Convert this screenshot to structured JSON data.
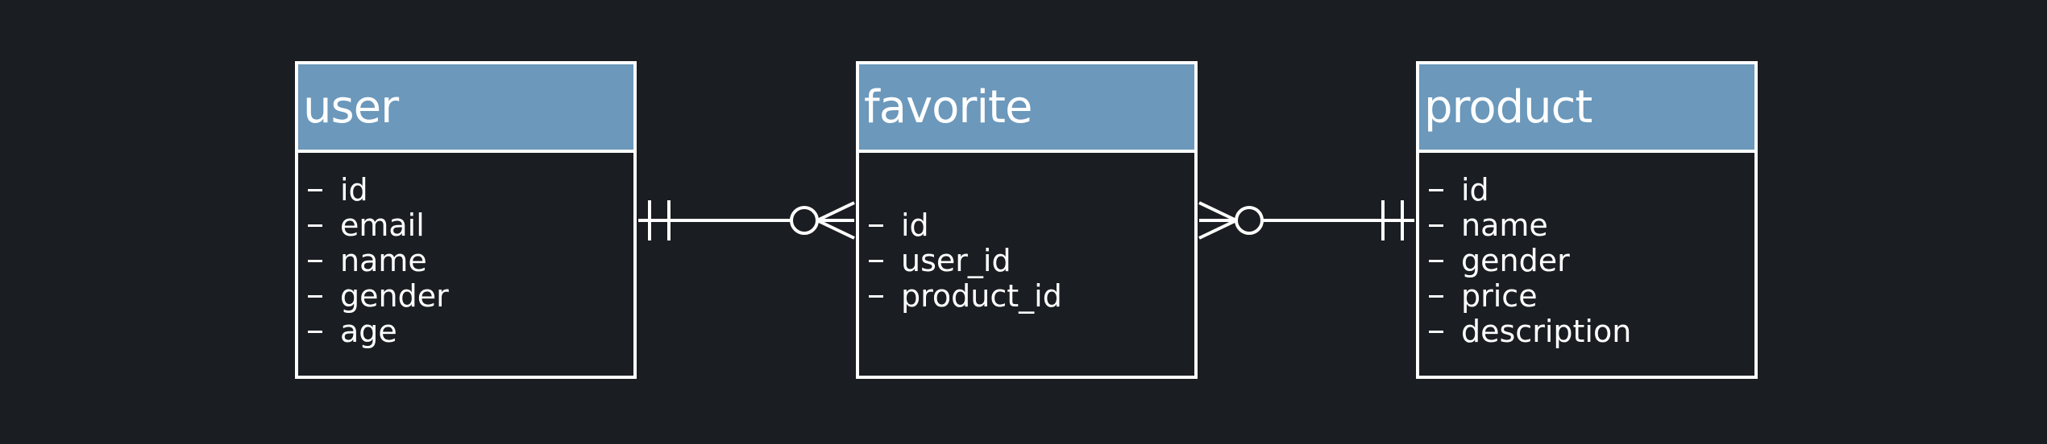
{
  "colors": {
    "background": "#1a1d21",
    "header": "#6b98bb",
    "line": "#ffffff",
    "text": "#ffffff"
  },
  "entities": {
    "user": {
      "title": "user",
      "fields": [
        "id",
        "email",
        "name",
        "gender",
        "age"
      ]
    },
    "favorite": {
      "title": "favorite",
      "fields": [
        "id",
        "user_id",
        "product_id"
      ]
    },
    "product": {
      "title": "product",
      "fields": [
        "id",
        "name",
        "gender",
        "price",
        "description"
      ]
    }
  },
  "relationships": [
    {
      "from": "user",
      "to": "favorite",
      "from_cardinality": "one-and-only-one",
      "to_cardinality": "zero-or-many"
    },
    {
      "from": "favorite",
      "to": "product",
      "from_cardinality": "zero-or-many",
      "to_cardinality": "one-and-only-one"
    }
  ]
}
